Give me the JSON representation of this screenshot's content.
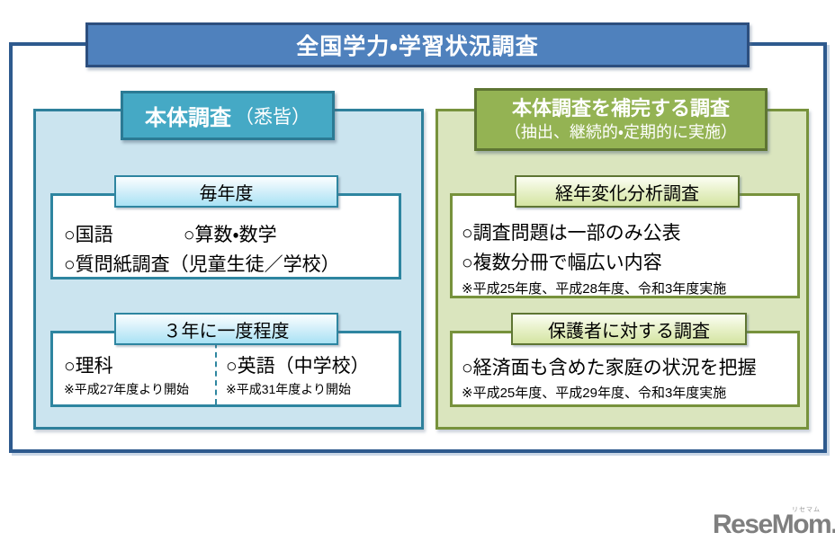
{
  "title_bar": {
    "text": "全国学力・学習状況調査"
  },
  "left_panel": {
    "header": {
      "title": "本体調査",
      "note": "（悉皆）"
    },
    "annual": {
      "tab": "毎年度",
      "item_a": "○国語",
      "item_b": "○算数・数学",
      "item_c": "○質問紙調査（児童生徒／学校）"
    },
    "triennial": {
      "tab": "３年に一度程度",
      "science": {
        "item": "○理科",
        "note": "※平成27年度より開始"
      },
      "english": {
        "item": "○英語（中学校）",
        "note": "※平成31年度より開始"
      }
    }
  },
  "right_panel": {
    "header": {
      "title": "本体調査を補完する調査",
      "note": "（抽出、継続的・定期的に実施）"
    },
    "longitudinal": {
      "tab": "経年変化分析調査",
      "item_a": "○調査問題は一部のみ公表",
      "item_b": "○複数分冊で幅広い内容",
      "note": "※平成25年度、平成28年度、令和3年度実施"
    },
    "guardian": {
      "tab": "保護者に対する調査",
      "item_a": "○経済面も含めた家庭の状況を把握",
      "note": "※平成25年度、平成29年度、令和3年度実施"
    }
  },
  "logo": {
    "text": "ReseMom.",
    "ruby": "リセマム"
  },
  "colors": {
    "title_bar_fill": "#4F81BD",
    "title_bar_border": "#2C4E7E",
    "frame_border": "#2E5A8E",
    "teal_header_fill": "#45A9C5",
    "teal_border": "#2E809B",
    "panel_blue_fill": "#CBE4EF",
    "green_header_fill": "#94B353",
    "green_header_border": "#5E7533",
    "panel_green_fill": "#DAE5BE",
    "olive_border": "#77923C",
    "logo_gray": "#7F7F7F"
  }
}
